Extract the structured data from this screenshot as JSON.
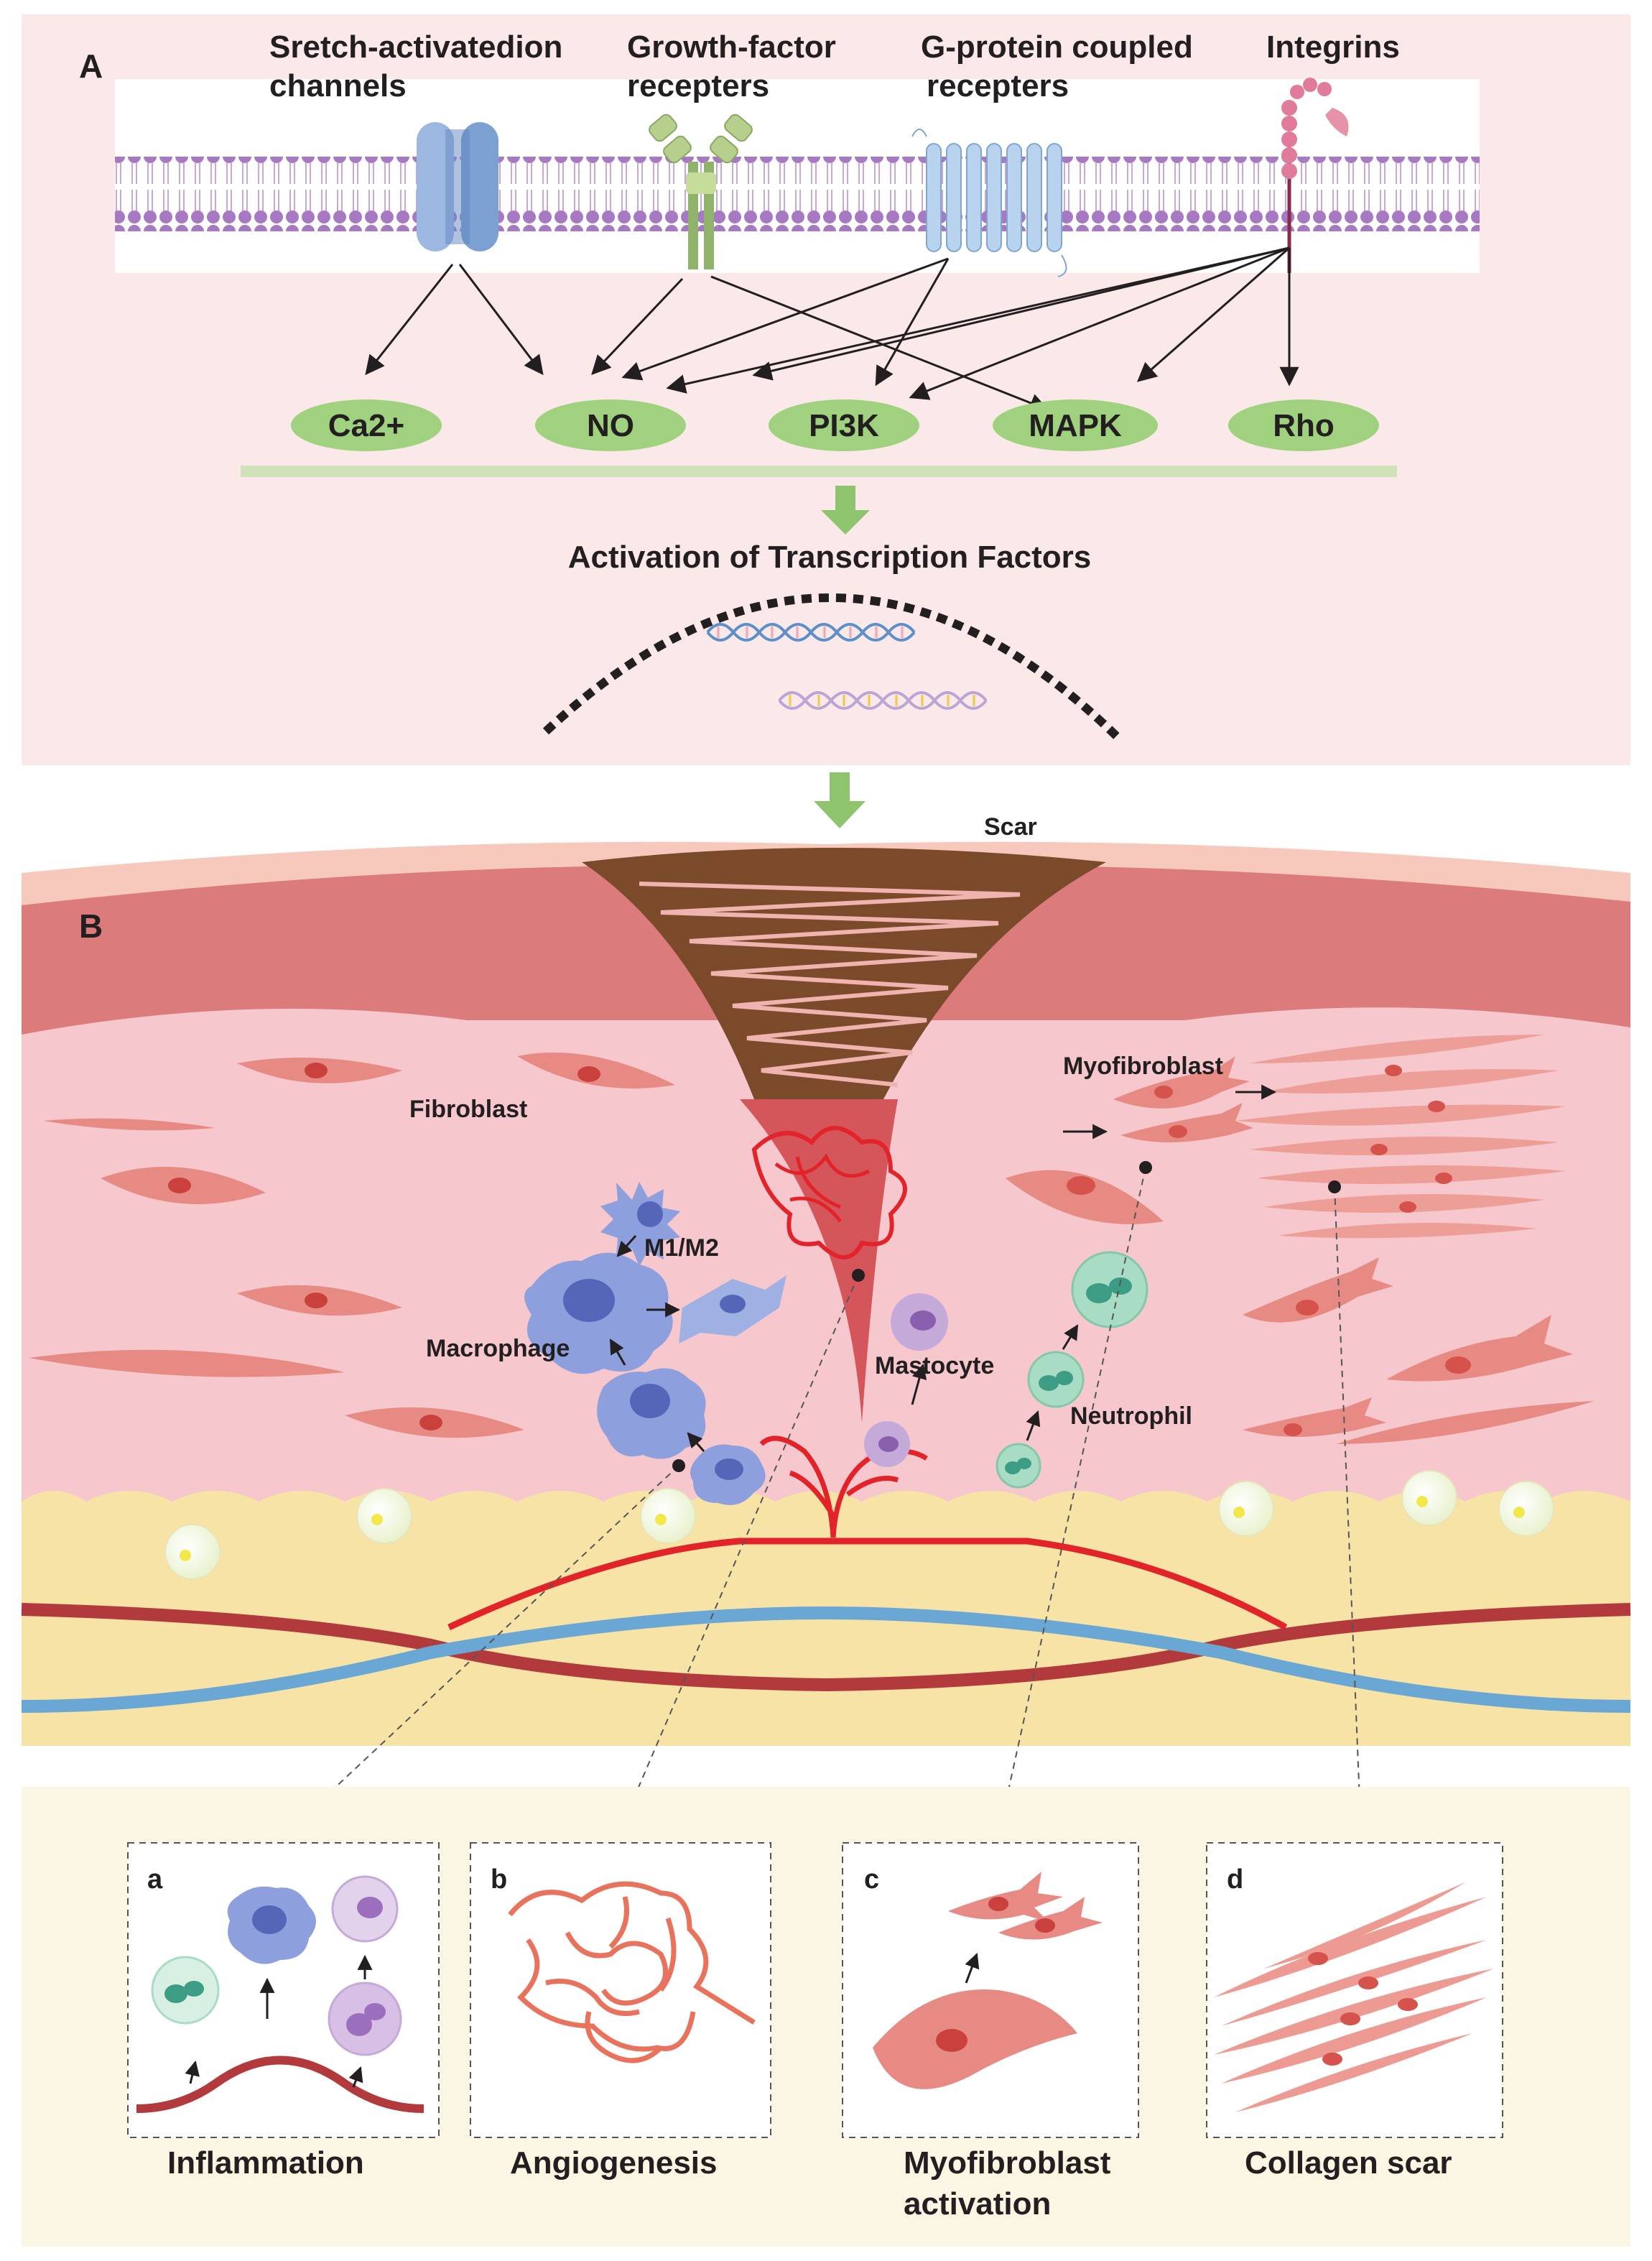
{
  "panel_a": {
    "letter": "A",
    "receptors": [
      {
        "line1": "Sretch-activatedion",
        "line2": "channels"
      },
      {
        "line1": "Growth-factor",
        "line2": "recepters"
      },
      {
        "line1": "G-protein coupled",
        "line2": "recepters"
      },
      {
        "line1": "Integrins",
        "line2": ""
      }
    ],
    "molecules": [
      "Ca2+",
      "NO",
      "PI3K",
      "MAPK",
      "Rho"
    ],
    "activation": "Activation of Transcription Factors"
  },
  "panel_b": {
    "letter": "B",
    "scar": "Scar",
    "fibroblast": "Fibroblast",
    "myofibroblast": "Myofibroblast",
    "m1m2": "M1/M2",
    "macrophage": "Macrophage",
    "mastocyte": "Mastocyte",
    "neutrophil": "Neutrophil"
  },
  "insets": [
    {
      "letter": "a",
      "caption_line1": "Inflammation",
      "caption_line2": ""
    },
    {
      "letter": "b",
      "caption_line1": "Angiogenesis",
      "caption_line2": ""
    },
    {
      "letter": "c",
      "caption_line1": "Myofibroblast",
      "caption_line2": "activation"
    },
    {
      "letter": "d",
      "caption_line1": "Collagen scar",
      "caption_line2": ""
    }
  ],
  "colors": {
    "panel_a_bg": "#fbe8e9",
    "membrane": "#a883c4",
    "molecule_pill": "#9fd17f",
    "arrow_green": "#8dc46d",
    "epidermis": "#f7c9bc",
    "dermis_top": "#dc7b7c",
    "dermis": "#f6c8cd",
    "fat": "#f8e3a7",
    "scar": "#7b4a2b",
    "vessel_red": "#e3232a",
    "vein_blue": "#6aa7d4",
    "macrophage": "#8d9fdc",
    "neutrophil": "#a8dcc4",
    "mastocyte": "#c5a9d8",
    "fibroblast": "#e88a84",
    "panel_c_bg": "#fbf6e4"
  }
}
